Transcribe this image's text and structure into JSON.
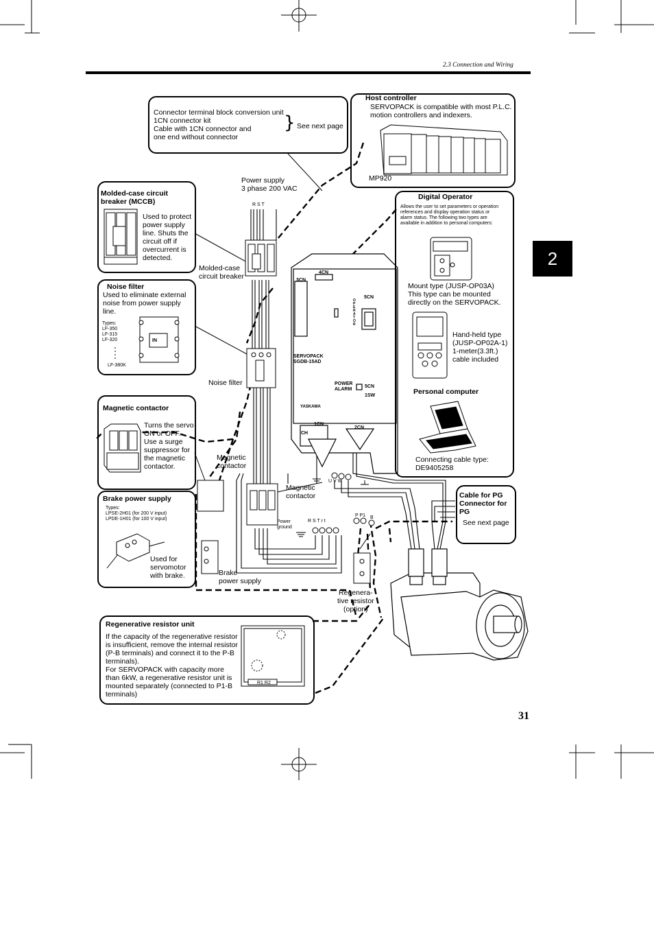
{
  "header": {
    "section_title": "2.3 Connection and Wiring"
  },
  "chapter_tab": "2",
  "page_number": "31",
  "connector_box": {
    "lines": "Connector terminal block conversion unit\n1CN connector kit\nCable  with  1CN  connector  and\none end without connector",
    "see": "See next page"
  },
  "host": {
    "title": "Host controller",
    "desc": "SERVOPACK is compatible with most P.L.C.\nmotion controllers and indexers.",
    "model": "MP920"
  },
  "power_supply": {
    "label": "Power supply\n3 phase 200 VAC",
    "phases": "R  S  T"
  },
  "mccb": {
    "title": "Molded-case  circuit\nbreaker (MCCB)",
    "desc": "Used to protect\npower supply\nline.  Shuts the\ncircuit off if\novercurrent is\ndetected."
  },
  "mccb_label": "Molded-case\ncircuit breaker",
  "noise": {
    "title": "Noise filter",
    "desc": "Used to eliminate external\nnoise from power supply\nline.",
    "types": "Types:\n  LF-350\n  LF-315\n  LF-320",
    "last_type": "LF-380K",
    "in_label": "IN"
  },
  "noise_label": "Noise filter",
  "magnetic": {
    "title": "Magnetic contactor",
    "desc": "Turns the servo\nON or OFF.\nUse a surge\nsuppressor for\nthe magnetic\ncontactor."
  },
  "mag_label1": "Magnetic\ncontactor",
  "mag_label2": "Magnetic\ncontactor",
  "brake": {
    "title": "Brake power supply",
    "types": "Types:\n  LPSE-2H01 (for 200 V input)\n  LPDE-1H01 (for 100 V input)",
    "desc": "Used for\nservomotor\nwith brake."
  },
  "brake_label": "Brake\npower supply",
  "power_ground": "Power\nground",
  "terminals": {
    "uvw": "U   V   W",
    "rst": "R  S  T  r  t",
    "pp1": "P  P1",
    "b": "B"
  },
  "regen_label": "Regenera-\ntive resistor\n(option)",
  "regen_unit": {
    "title": "Regenerative resistor unit",
    "desc": "If the capacity of the regenerative resistor\nis insufficient, remove the internal resistor\n(P-B terminals) and connect it to the P-B\nterminals).\nFor SERVOPACK with capacity more\nthan 6kW, a regenerative resistor unit is\nmounted separately (connected to P1-B\nterminals)",
    "terminals": "R1 R2"
  },
  "digital": {
    "title": "Digital  Operator",
    "desc": "Allows the user to set parameters or operation\nreferences and display operation status or\nalarm status. The following two types are\navailable in addition to personal computers:",
    "mount": "Mount type (JUSP-OP03A)\nThis type can be mounted\ndirectly on the SERVOPACK.",
    "handheld": "Hand-held type\n(JUSP-OP02A-1)\n1-meter(3.3ft.)\ncable included",
    "pc_title": "Personal computer",
    "pc_cable": "Connecting cable type:\nDE9405258"
  },
  "pg": {
    "title": "Cable for PG\nConnector for\nPG",
    "see": "See next page"
  },
  "servopack": {
    "cn4": "4CN",
    "cn3": "3CN",
    "operator": "O\nP\nE\nR\nA\nT\nO\nR",
    "cn5": "5CN",
    "model": "SERVOPACK\nSGDB-15AD",
    "power": "POWER\nALARM",
    "cn5b": "5CN",
    "sw1": "1SW",
    "brand": "YASKAWA",
    "cn1": "1CN",
    "cn2": "2CN",
    "ch": "CH"
  }
}
